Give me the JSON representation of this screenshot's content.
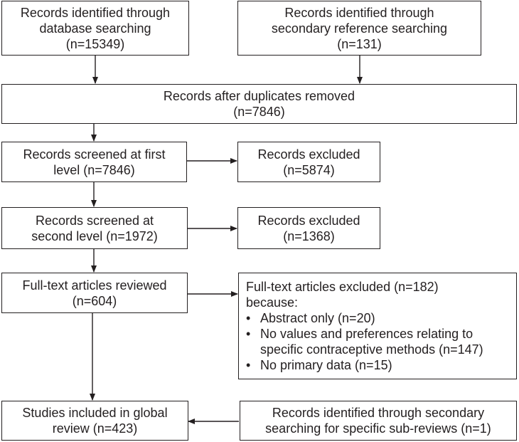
{
  "boxes": {
    "db_search": {
      "lines": [
        "Records identified through",
        "database searching",
        "(n=15349)"
      ]
    },
    "secondary_ref": {
      "lines": [
        "Records identified through",
        "secondary reference searching",
        "(n=131)"
      ]
    },
    "after_duplicates": {
      "lines": [
        "Records after duplicates removed",
        "(n=7846)"
      ]
    },
    "screened_first": {
      "lines": [
        "Records screened at first",
        "level (n=7846)"
      ]
    },
    "excluded_first": {
      "lines": [
        "Records excluded",
        "(n=5874)"
      ]
    },
    "screened_second": {
      "lines": [
        "Records screened at",
        "second level (n=1972)"
      ]
    },
    "excluded_second": {
      "lines": [
        "Records excluded",
        "(n=1368)"
      ]
    },
    "fulltext_reviewed": {
      "lines": [
        "Full-text articles reviewed",
        "(n=604)"
      ]
    },
    "fulltext_excluded": {
      "heading": [
        "Full-text articles excluded (n=182)",
        "because:"
      ],
      "bullets": [
        "Abstract only (n=20)",
        "No values and preferences relating to",
        "specific contraceptive methods (n=147)",
        "No primary data (n=15)"
      ],
      "bullet_marker": "•"
    },
    "included_global": {
      "lines": [
        "Studies included in global",
        "review (n=423)"
      ]
    },
    "secondary_subreviews": {
      "lines": [
        "Records identified through secondary",
        "searching for specific sub-reviews (n=1)"
      ]
    }
  },
  "colors": {
    "stroke": "#231f20",
    "text": "#231f20",
    "background": "#ffffff"
  }
}
